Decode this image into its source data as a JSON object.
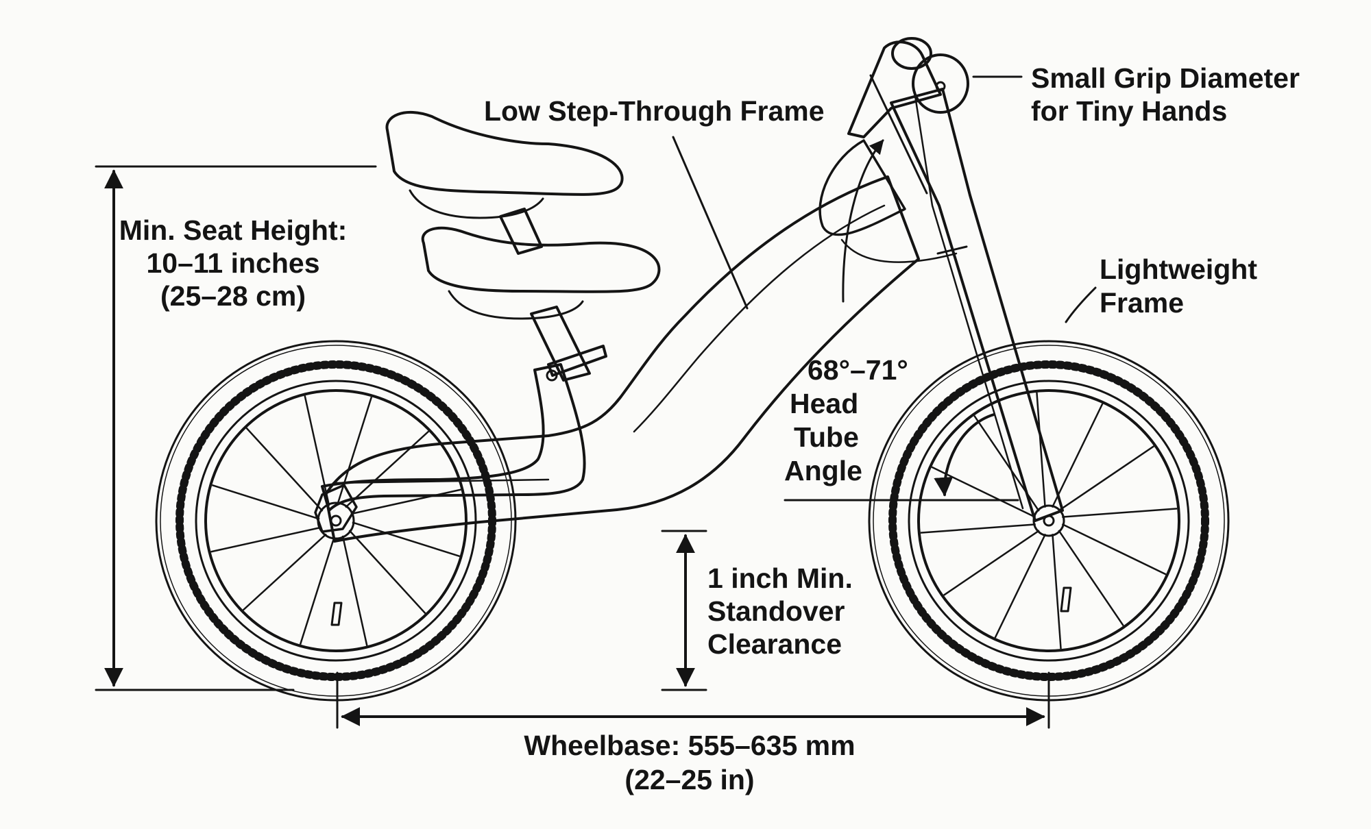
{
  "labels": {
    "grip": {
      "line1": "Small Grip Diameter",
      "line2": "for Tiny Hands"
    },
    "frame_style": "Low Step-Through Frame",
    "seat": {
      "line1": "Min. Seat Height:",
      "line2": "10–11 inches",
      "line3": "(25–28 cm)"
    },
    "weight": {
      "line1": "Lightweight",
      "line2": "Frame"
    },
    "angle": {
      "line1": "68°–71°",
      "line2": "Head",
      "line3": "Tube",
      "line4": "Angle"
    },
    "standover": {
      "line1": "1 inch Min.",
      "line2": "Standover",
      "line3": "Clearance"
    },
    "wheelbase": {
      "line1": "Wheelbase: 555–635 mm",
      "line2": "(22–25 in)"
    }
  },
  "colors": {
    "ink": "#141414",
    "background": "#fbfbf9"
  }
}
